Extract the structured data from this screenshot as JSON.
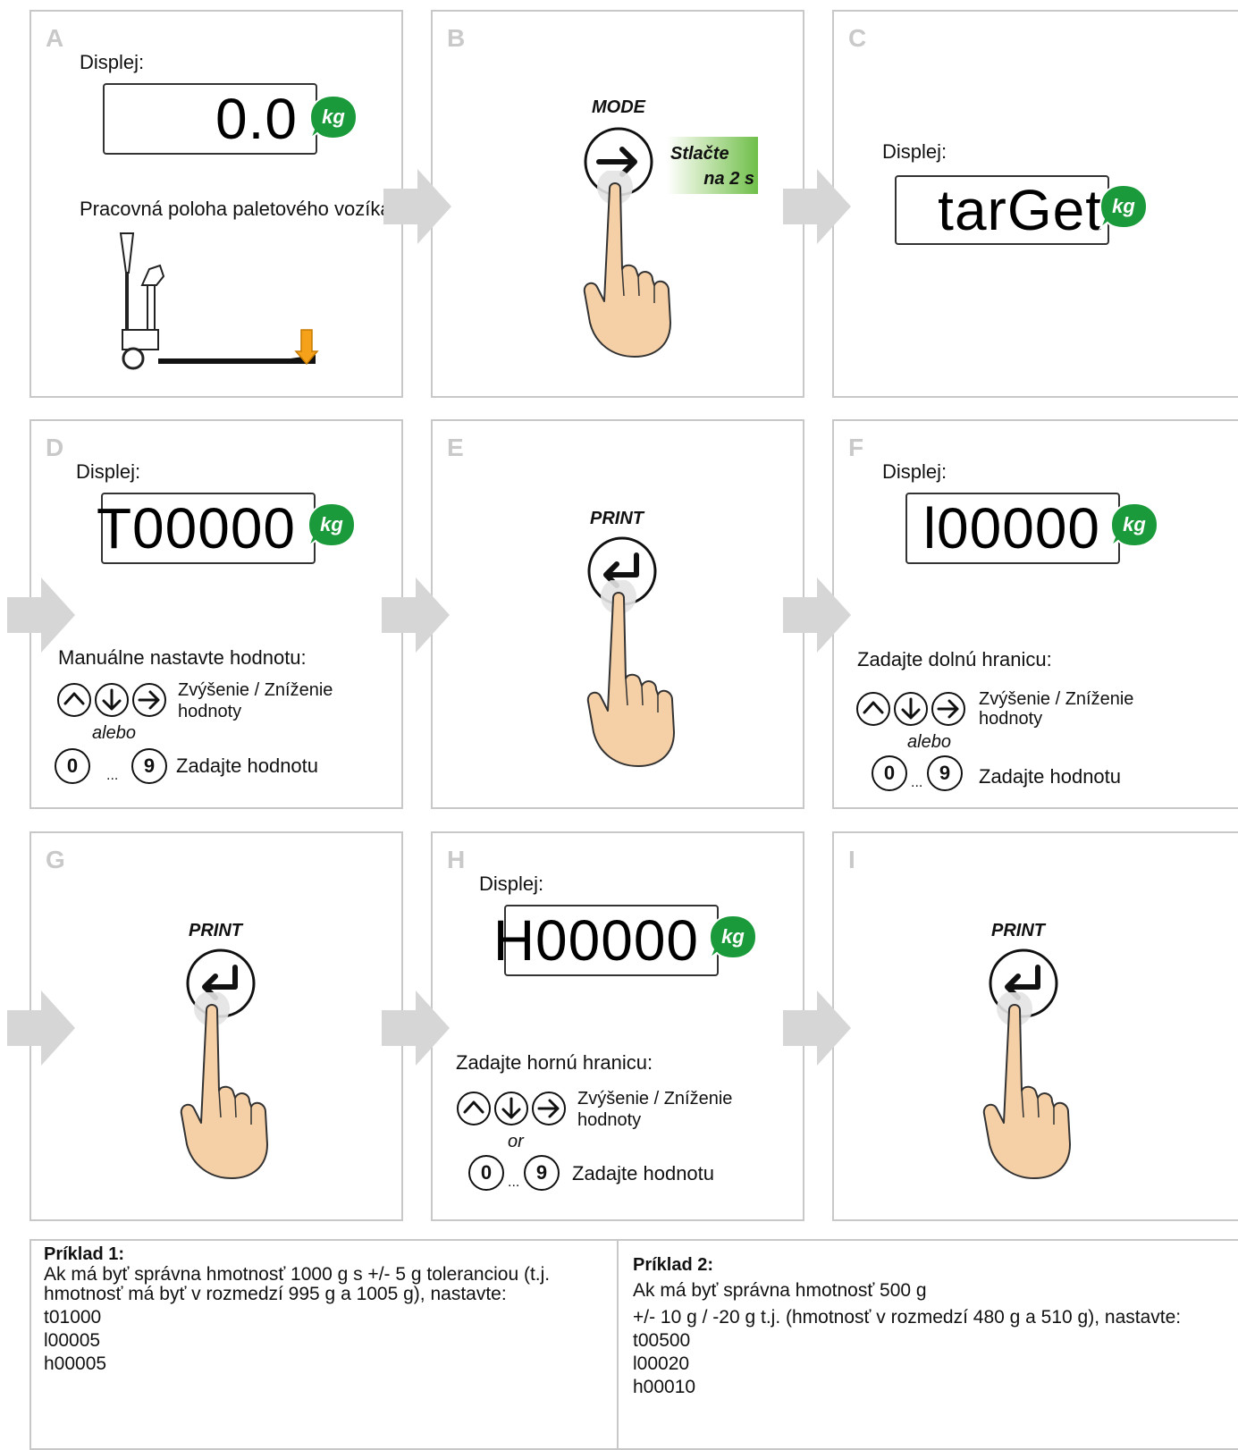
{
  "panels": {
    "a": {
      "letter": "A",
      "display_caption": "Displej:",
      "display_value": "0.0",
      "unit": "kg",
      "position_caption": "Pracovná poloha paletového vozíka:"
    },
    "b": {
      "letter": "B",
      "key_title": "MODE",
      "press_note_line1": "Stlačte",
      "press_note_line2": "na 2 s"
    },
    "c": {
      "letter": "C",
      "display_caption": "Displej:",
      "display_value": "tarGet",
      "unit": "kg"
    },
    "d": {
      "letter": "D",
      "display_caption": "Displej:",
      "display_value": "T00000",
      "unit": "kg",
      "instruction": "Manuálne nastavte hodnotu:",
      "inc_dec_line1": "Zvýšenie / Zníženie",
      "inc_dec_line2": "hodnoty",
      "or_text": "alebo",
      "key_0": "0",
      "ellipsis": "...",
      "key_9": "9",
      "enter_value": "Zadajte hodnotu"
    },
    "e": {
      "letter": "E",
      "key_title": "PRINT"
    },
    "f": {
      "letter": "F",
      "display_caption": "Displej:",
      "display_value": "l00000",
      "unit": "kg",
      "instruction": "Zadajte dolnú hranicu:",
      "inc_dec_line1": "Zvýšenie / Zníženie",
      "inc_dec_line2": "hodnoty",
      "or_text": "alebo",
      "key_0": "0",
      "ellipsis": "...",
      "key_9": "9",
      "enter_value": "Zadajte hodnotu"
    },
    "g": {
      "letter": "G",
      "key_title": "PRINT"
    },
    "h": {
      "letter": "H",
      "display_caption": "Displej:",
      "display_value": "H00000",
      "unit": "kg",
      "instruction": "Zadajte hornú hranicu:",
      "inc_dec_line1": "Zvýšenie / Zníženie",
      "inc_dec_line2": "hodnoty",
      "or_text": "or",
      "key_0": "0",
      "ellipsis": "...",
      "key_9": "9",
      "enter_value": "Zadajte hodnotu"
    },
    "i": {
      "letter": "I",
      "key_title": "PRINT"
    }
  },
  "examples": {
    "ex1": {
      "title": "Príklad 1:",
      "line1": "Ak má byť správna hmotnosť 1000 g s +/- 5 g toleranciou (t.j.",
      "line2": "hmotnosť má byť v rozmedzí 995 g a 1005 g), nastavte:",
      "v1": "t01000",
      "v2": "l00005",
      "v3": "h00005"
    },
    "ex2": {
      "title": "Príklad 2:",
      "line1": "Ak má byť správna hmotnosť 500 g",
      "line2": "+/- 10 g / -20 g t.j. (hmotnosť v rozmedzí 480 g a 510 g), nastavte:",
      "v1": "t00500",
      "v2": "l00020",
      "v3": "h00010"
    }
  },
  "colors": {
    "kg_bubble": "#1a9a3a",
    "arrow_gray": "#d6d6d6",
    "hand_skin": "#f5cfa6",
    "note_green": "#6fbf4a",
    "down_arrow": "#f5a21a"
  },
  "icons": [
    "flow-arrow-icon",
    "kg-bubble-icon",
    "right-arrow-key-icon",
    "enter-key-icon",
    "up-arrow-key-icon",
    "down-arrow-key-icon",
    "hand-press-icon",
    "pallet-truck-icon"
  ]
}
